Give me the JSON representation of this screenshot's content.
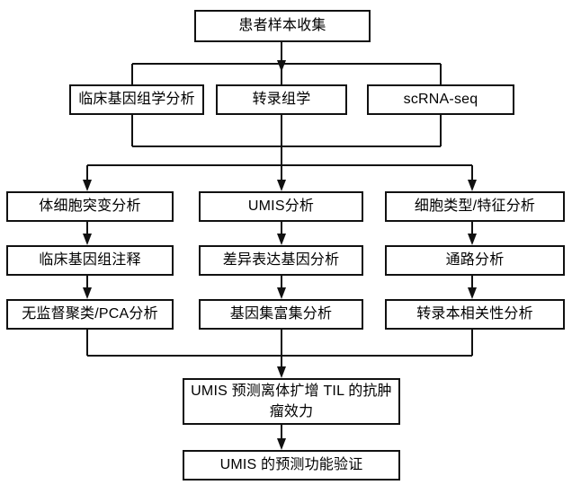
{
  "diagram": {
    "title": "",
    "type": "flowchart",
    "orientation": "top-to-bottom",
    "background_color": "#ffffff",
    "line_color": "#111111",
    "text_color": "#000000",
    "nodes": [
      {
        "id": "n1",
        "label": "患者样本收集",
        "row": 1,
        "column": "center"
      },
      {
        "id": "n2a",
        "label": "临床基因组学分析",
        "row": 2,
        "column": "left"
      },
      {
        "id": "n2b",
        "label": "转录组学",
        "row": 2,
        "column": "center"
      },
      {
        "id": "n2c",
        "label": "scRNA-seq",
        "row": 2,
        "column": "right"
      },
      {
        "id": "n3a",
        "label": "体细胞突变分析",
        "row": 3,
        "column": "left"
      },
      {
        "id": "n3b",
        "label": "UMIS分析",
        "row": 3,
        "column": "center"
      },
      {
        "id": "n3c",
        "label": "细胞类型/特征分析",
        "row": 3,
        "column": "right"
      },
      {
        "id": "n4a",
        "label": "临床基因组注释",
        "row": 4,
        "column": "left"
      },
      {
        "id": "n4b",
        "label": "差异表达基因分析",
        "row": 4,
        "column": "center"
      },
      {
        "id": "n4c",
        "label": "通路分析",
        "row": 4,
        "column": "right"
      },
      {
        "id": "n5a",
        "label": "无监督聚类/PCA分析",
        "row": 5,
        "column": "left"
      },
      {
        "id": "n5b",
        "label": "基因集富集分析",
        "row": 5,
        "column": "center"
      },
      {
        "id": "n5c",
        "label": "转录本相关性分析",
        "row": 5,
        "column": "right"
      },
      {
        "id": "n6",
        "label": "UMIS 预测离体扩增 TIL 的抗肿\n瘤效力",
        "row": 6,
        "column": "center"
      },
      {
        "id": "n7",
        "label": "UMIS 的预测功能验证",
        "row": 7,
        "column": "center"
      }
    ],
    "edges": [
      {
        "from": "n1",
        "to": [
          "n2a",
          "n2b",
          "n2c"
        ],
        "style": "split"
      },
      {
        "from": [
          "n2a",
          "n2b",
          "n2c"
        ],
        "to": [
          "n3a",
          "n3b",
          "n3c"
        ],
        "style": "merge-split"
      },
      {
        "from": "n3a",
        "to": [
          "n4a"
        ],
        "style": "direct"
      },
      {
        "from": "n3b",
        "to": [
          "n4b"
        ],
        "style": "direct"
      },
      {
        "from": "n3c",
        "to": [
          "n4c"
        ],
        "style": "direct"
      },
      {
        "from": "n4a",
        "to": [
          "n5a"
        ],
        "style": "direct"
      },
      {
        "from": "n4b",
        "to": [
          "n5b"
        ],
        "style": "direct"
      },
      {
        "from": "n4c",
        "to": [
          "n5c"
        ],
        "style": "direct"
      },
      {
        "from": [
          "n5a",
          "n5b",
          "n5c"
        ],
        "to": [
          "n6"
        ],
        "style": "merge"
      },
      {
        "from": "n6",
        "to": [
          "n7"
        ],
        "style": "direct"
      }
    ]
  }
}
